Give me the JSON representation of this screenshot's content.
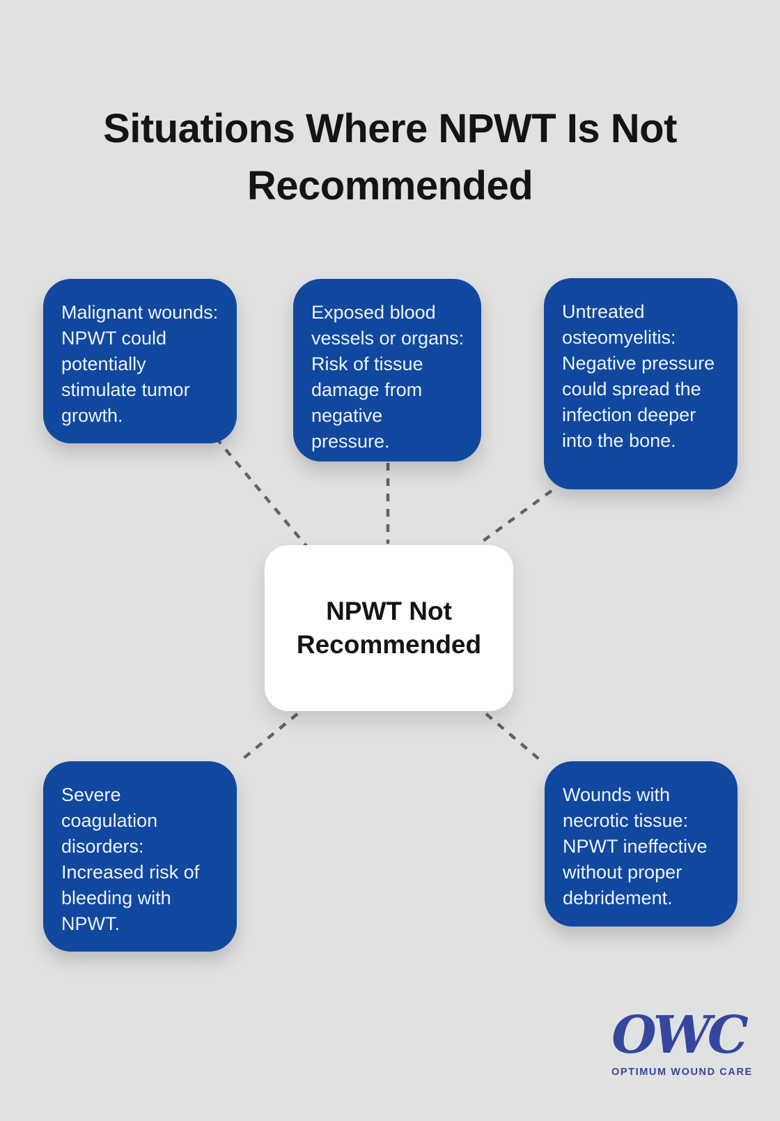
{
  "title": "Situations Where NPWT Is Not Recommended",
  "center": {
    "label": "NPWT Not Recommended"
  },
  "nodes": [
    {
      "id": "malignant-wounds",
      "text": "Malignant wounds: NPWT could potentially stimulate tumor growth."
    },
    {
      "id": "exposed-vessels",
      "text": "Exposed blood vessels or organs: Risk of tissue damage from negative pressure."
    },
    {
      "id": "untreated-osteomyelitis",
      "text": "Untreated osteomyelitis: Negative pressure could spread the infection deeper into the bone."
    },
    {
      "id": "coagulation-disorders",
      "text": "Severe coagulation disorders: Increased risk of bleeding with NPWT."
    },
    {
      "id": "necrotic-tissue",
      "text": "Wounds with necrotic tissue: NPWT ineffective without proper debridement."
    }
  ],
  "logo": {
    "acronym": "OWC",
    "name": "OPTIMUM WOUND CARE"
  },
  "colors": {
    "background": "#e0e1e1",
    "node_bg": "#11489f",
    "node_text": "#edf2fa",
    "center_bg": "#ffffff",
    "center_text": "#141414",
    "title": "#141414",
    "connector": "#636363",
    "logo": "#35479c"
  }
}
